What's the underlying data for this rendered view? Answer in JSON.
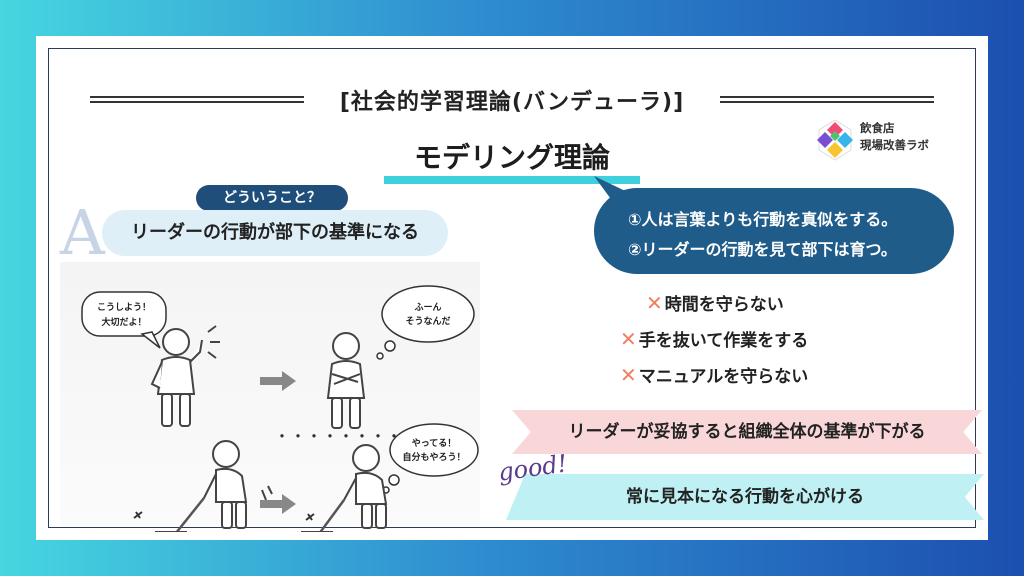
{
  "header": {
    "title": "[社会的学習理論(バンデューラ)]",
    "main_title": "モデリング理論"
  },
  "logo": {
    "line1": "飲食店",
    "line2": "現場改善ラボ"
  },
  "question": {
    "pill": "どういうこと？",
    "answer_letter": "A",
    "answer": "リーダーの行動が部下の基準になる"
  },
  "illustration": {
    "bubble_left": [
      "こうしよう！",
      "大切だよ！"
    ],
    "bubble_right": [
      "ふーん",
      "そうなんだ"
    ],
    "bubble_bottom": [
      "やってる！",
      "自分もやろう！"
    ]
  },
  "rules": [
    "①人は言葉よりも行動を真似をする。",
    "②リーダーの行動を見て部下は育つ。"
  ],
  "bad_items": [
    "時間を守らない",
    "手を抜いて作業をする",
    "マニュアルを守らない"
  ],
  "bad_mark": "✕",
  "warning_band": "リーダーが妥協すると組織全体の基準が下がる",
  "good_label": "good!",
  "good_band": "常に見本になる行動を心がける",
  "colors": {
    "accent_cyan": "#3ed0dd",
    "navy": "#1f4e7a",
    "cross": "#f07f62",
    "pink": "#f9d7d9"
  }
}
